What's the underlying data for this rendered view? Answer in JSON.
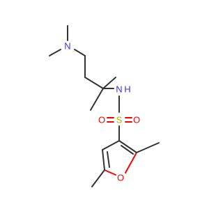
{
  "molecule": {
    "atoms": {
      "n_amine": "N",
      "n_sulfonamide": "N",
      "h_sulfonamide": "H",
      "s_sulfonyl": "S",
      "o_sulfonyl_left": "O",
      "o_sulfonyl_right": "O",
      "o_furan": "O"
    },
    "colors": {
      "carbon_bond": "#333333",
      "nitrogen": "#3333ff",
      "sulfur": "#b2b200",
      "oxygen": "#ff0000"
    }
  }
}
